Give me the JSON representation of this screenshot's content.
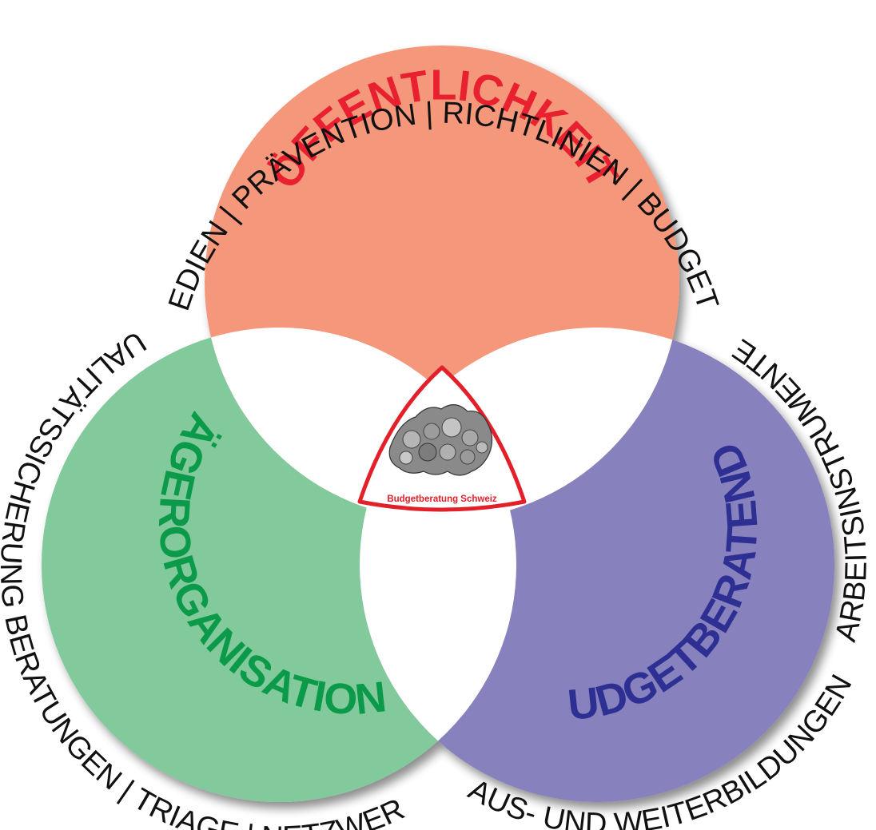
{
  "circles": {
    "top": {
      "label": "ÖFFENTLICHKEIT",
      "fill": "#f4977a",
      "label_color": "#e8202f",
      "outer_text": "KURSE | MEDIEN | PRÄVENTION | RICHTLINIEN | BUDGETBEISPIELE"
    },
    "left": {
      "label": "TRÄGERORGANISATIONEN",
      "fill": "#82c99b",
      "label_color": "#0a9a4a",
      "outer_text": "QUALITÄTSSICHERUNG BERATUNGEN | TRIAGE | NETZWERK"
    },
    "right": {
      "label": "BUDGETBERATENDE",
      "fill": "#8781bd",
      "label_color": "#2d3092",
      "outer_text_upper": "ARBEITSINSTRUMENTE",
      "outer_text_lower": "AUS- UND WEITERBILDUNGEN |"
    }
  },
  "logo": {
    "caption": "Budgetberatung Schweiz",
    "border_color": "#e3202a",
    "icon": "swiss-map-coins-icon"
  }
}
